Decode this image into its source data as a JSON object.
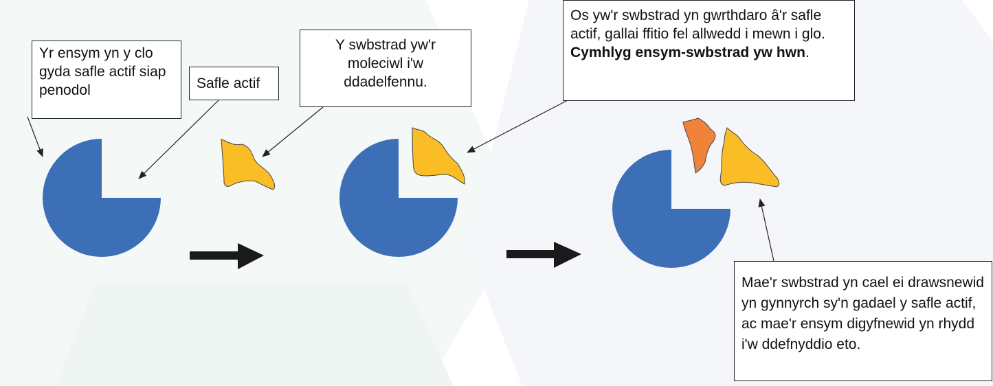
{
  "labels": {
    "enzyme": "Yr ensym yn y clo gyda safle actif siap penodol",
    "active_site": "Safle actif",
    "substrate": "Y swbstrad yw'r moleciwl i'w ddadelfennu.",
    "complex_pre": "Os yw'r swbstrad yn gwrthdaro â'r safle actif, gallai ffitio fel allwedd i mewn i glo. ",
    "complex_bold": "Cymhlyg ensym-swbstrad yw hwn",
    "complex_post": ".",
    "product": "Mae'r swbstrad yn cael ei drawsnewid yn gynnyrch sy'n gadael y safle actif, ac mae'r ensym digyfnewid yn rhydd i'w ddefnyddio eto."
  },
  "colors": {
    "enzyme": "#3d6fb6",
    "substrate": "#fbbd26",
    "product": "#f0833a",
    "arrow": "#1a1a1a",
    "background_shape": "#f3f6f9"
  }
}
